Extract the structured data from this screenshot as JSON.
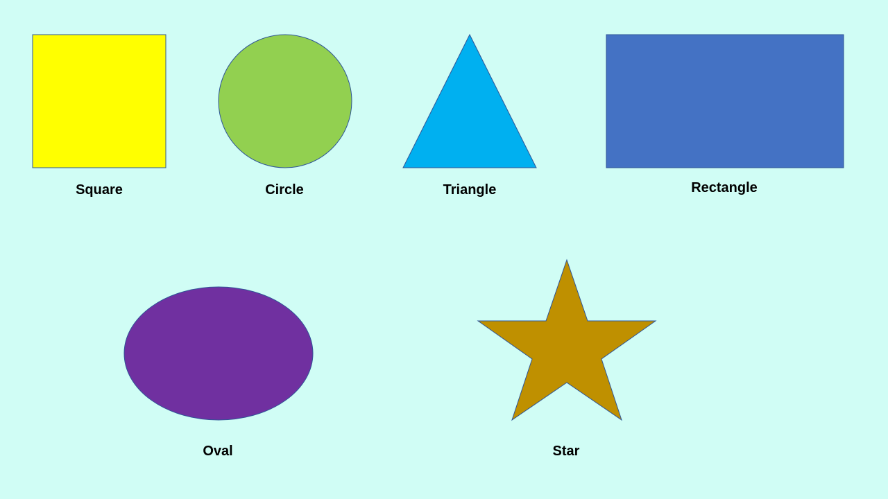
{
  "background_color": "#d0fdf5",
  "outline_color": "#2f5597",
  "label_color": "#000000",
  "shapes": [
    {
      "id": "square",
      "label": "Square",
      "shape": "square-icon",
      "color": "#ffff00"
    },
    {
      "id": "circle",
      "label": "Circle",
      "shape": "circle-icon",
      "color": "#92d050"
    },
    {
      "id": "triangle",
      "label": "Triangle",
      "shape": "triangle-icon",
      "color": "#00b0f0"
    },
    {
      "id": "rectangle",
      "label": "Rectangle",
      "shape": "rectangle-icon",
      "color": "#4472c4"
    },
    {
      "id": "oval",
      "label": "Oval",
      "shape": "oval-icon",
      "color": "#7030a0"
    },
    {
      "id": "star",
      "label": "Star",
      "shape": "star-icon",
      "color": "#bf9000"
    }
  ]
}
